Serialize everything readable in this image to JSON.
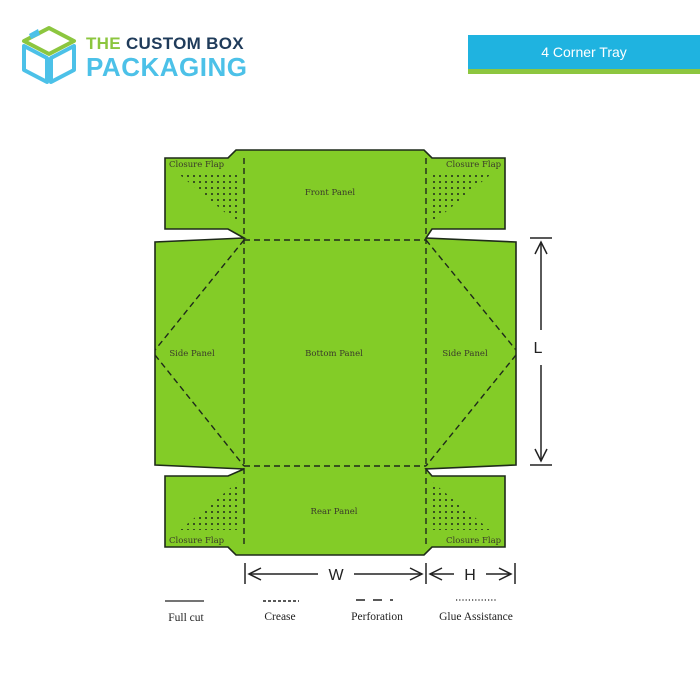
{
  "brand": {
    "line1_prefix": "THE ",
    "line1_rest": "CUSTOM BOX",
    "line2": "PACKAGING",
    "dark_color": "#1f3b5a",
    "accent_color": "#4cc1e8",
    "green_color": "#8cc63f"
  },
  "header": {
    "title": "4 Corner Tray",
    "banner_color": "#1fb3e0",
    "underline_color": "#8dc63f"
  },
  "dieline": {
    "fill_color": "#83cc27",
    "stroke_color": "#1e2a1a",
    "panels": {
      "front": "Front Panel",
      "bottom": "Bottom Panel",
      "rear": "Rear Panel",
      "side_left": "Side Panel",
      "side_right": "Side Panel",
      "flap_top_left": "Closure Flap",
      "flap_top_right": "Closure Flap",
      "flap_bottom_left": "Closure Flap",
      "flap_bottom_right": "Closure Flap"
    }
  },
  "dimensions": {
    "length": "L",
    "width": "W",
    "height": "H"
  },
  "legend": {
    "full_cut": "Full cut",
    "crease": "Crease",
    "perforation": "Perforation",
    "glue": "Glue Assistance"
  }
}
